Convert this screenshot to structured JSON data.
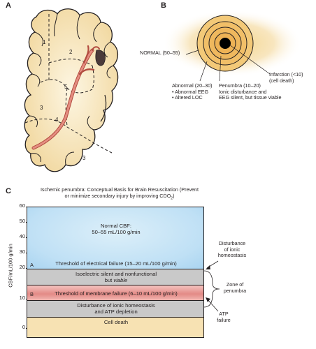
{
  "panel_a": {
    "label": "A",
    "region_numbers": [
      "1",
      "2",
      "5",
      "3",
      "4",
      "3"
    ]
  },
  "panel_b": {
    "label": "B",
    "normal": "NORMAL (50–55)",
    "abnormal": [
      "Abnormal (20–30)",
      "• Abnormal EEG",
      "• Altered LOC"
    ],
    "penumbra": [
      "Penumbra (10–20)",
      "Ionic disturbance and",
      "EEG silent, but tissue viable"
    ],
    "infarction": [
      "Infarction (<10)",
      "(cell death)"
    ]
  },
  "panel_c": {
    "label": "C",
    "title_line1": "Ischemic penumbra: Conceptual Basis for Brain Resuscitation (Prevent",
    "title_line2": "or minimize secondary injury by improving CḊO",
    "title_sub": "2",
    "title_end": ")",
    "y_axis_label": "CBF/mL/100 g/min",
    "y_ticks": [
      "60",
      "50",
      "40",
      "30",
      "20",
      "10",
      "0"
    ],
    "normal_cbf": [
      "Normal CBF:",
      "50–55 mL/100 g/min"
    ],
    "threshold_electrical": "Threshold of electrical failure (15–20 mL/100 g/min)",
    "marker_a": "A",
    "isoelectric": [
      "Isoelectric silent and nonfunctional",
      "but "
    ],
    "viable": "viable",
    "threshold_membrane": "Threshold of membrane failure (6–10 mL/100 g/min)",
    "marker_b": "B",
    "disturbance_band": [
      "Disturbance of ionic homeostasis",
      "and ATP depletion"
    ],
    "cell_death": "Cell death",
    "right_label_1": [
      "Disturbance",
      "of ionic",
      "homeostasis"
    ],
    "right_label_2": [
      "Zone of",
      "penumbra"
    ],
    "right_label_3": [
      "ATP",
      "failure"
    ]
  },
  "colors": {
    "normal_band": "#cfe9f8",
    "grey_band": "#c9c9c9",
    "membrane_band": "#e8908e",
    "cell_death_band": "#f7e2b3",
    "artery": "#d56a5c"
  }
}
